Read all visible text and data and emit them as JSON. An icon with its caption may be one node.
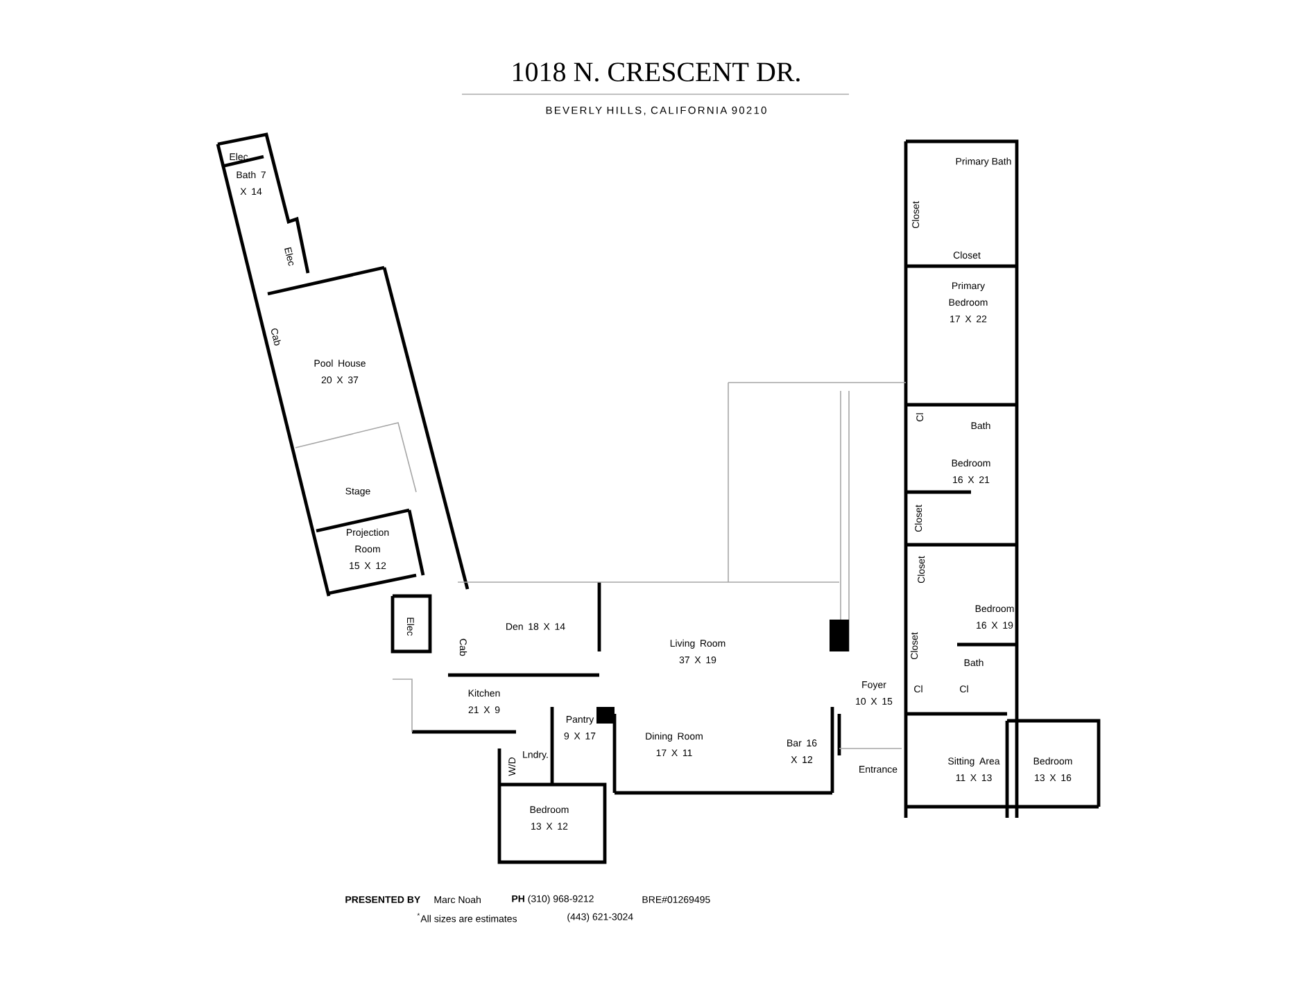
{
  "diagram": {
    "title": "1018 N. CRESCENT DR.",
    "labels": [
      "BEVERLY HILLS, CALIFORNIA 90210",
      "Elec",
      "Bath 7 X 14",
      "Elec",
      "Cab",
      "Pool House 20 X 37",
      "Stage",
      "Projection Room 15 X 12",
      "Elec",
      "Den 18 X 14",
      "Cab",
      "Living Room 37 X 19",
      "Kitchen 21 X 9",
      "Pantry 9 X 17",
      "Dining Room 17 X 11",
      "Bar 16 X 12",
      "W/D",
      "Lndry.",
      "Bedroom 13 X 12",
      "Primary Bath",
      "Closet",
      "Closet",
      "Primary Bedroom 17 X 22",
      "Cl",
      "Bath",
      "Bedroom 16 X 21",
      "Closet",
      "Closet",
      "Bedroom 16 X 19",
      "Closet",
      "Bath",
      "Foyer 10 X 15",
      "Cl",
      "Cl",
      "Entrance",
      "Sitting Area 11 X 13",
      "Bedroom 13 X 16",
      "PRESENTED BY",
      "Marc Noah",
      "**PH** (310) 968-9212",
      "BRE#01269495",
      "$^{*}$All sizes are estimates",
      "(443) 621-3024"
    ]
  }
}
